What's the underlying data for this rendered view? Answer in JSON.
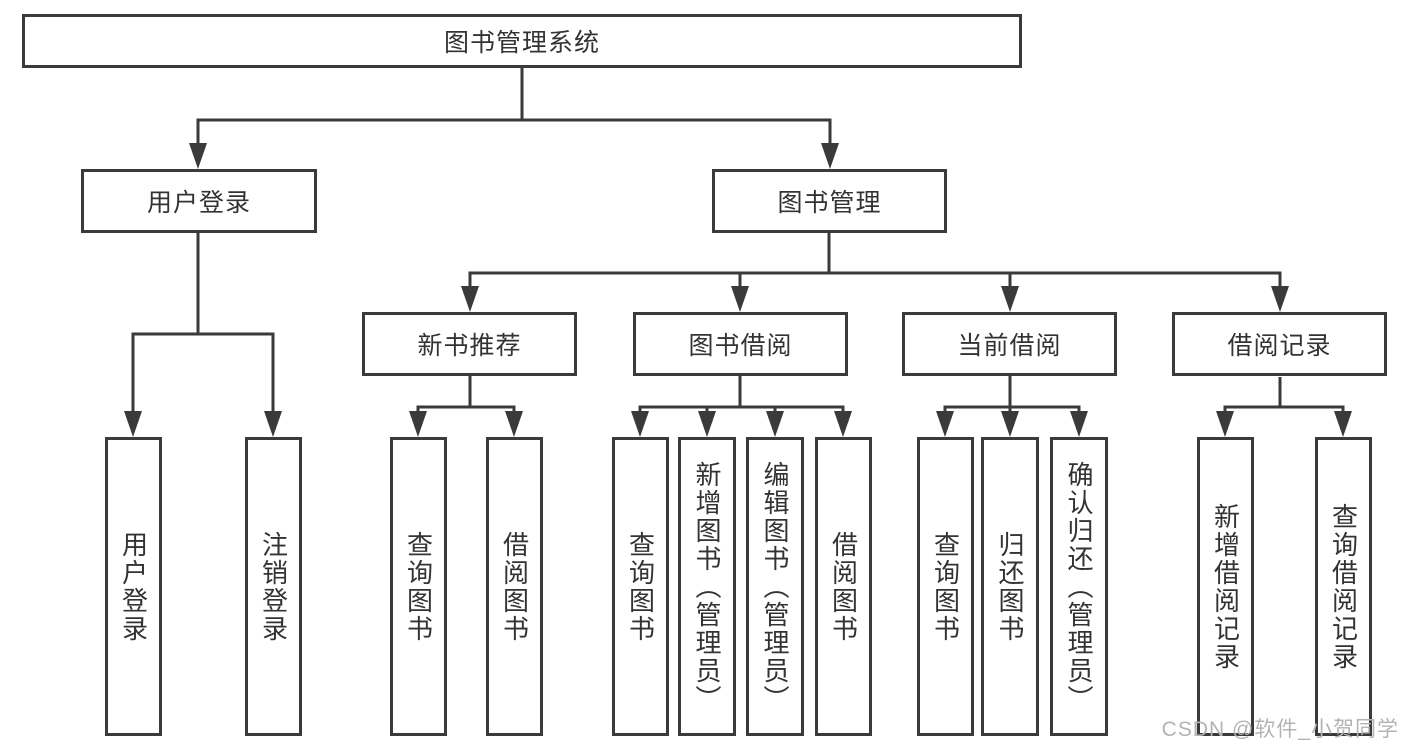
{
  "diagram": {
    "root": "图书管理系统",
    "branches": [
      {
        "label": "用户登录",
        "children": [
          "用户登录",
          "注销登录"
        ]
      },
      {
        "label": "图书管理",
        "children": [
          {
            "label": "新书推荐",
            "children": [
              "查询图书",
              "借阅图书"
            ]
          },
          {
            "label": "图书借阅",
            "children": [
              "查询图书",
              "新增图书（管理员）",
              "编辑图书（管理员）",
              "借阅图书"
            ]
          },
          {
            "label": "当前借阅",
            "children": [
              "查询图书",
              "归还图书",
              "确认归还（管理员）"
            ]
          },
          {
            "label": "借阅记录",
            "children": [
              "新增借阅记录",
              "查询借阅记录"
            ]
          }
        ]
      }
    ]
  },
  "watermark": "CSDN @软件_小贺同学",
  "colors": {
    "line": "#3a3a3a",
    "text": "#333333",
    "watermark": "#b3b3b3",
    "background": "#ffffff"
  }
}
